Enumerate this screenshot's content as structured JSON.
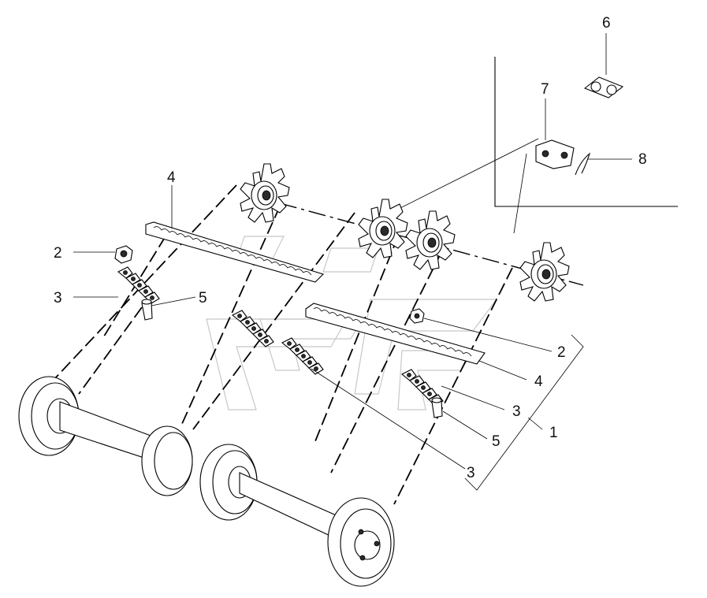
{
  "diagram": {
    "callouts": [
      {
        "id": "c6",
        "text": "6"
      },
      {
        "id": "c7",
        "text": "7"
      },
      {
        "id": "c8",
        "text": "8"
      },
      {
        "id": "c4a",
        "text": "4"
      },
      {
        "id": "c2a",
        "text": "2"
      },
      {
        "id": "c3a",
        "text": "3"
      },
      {
        "id": "c5a",
        "text": "5"
      },
      {
        "id": "c2b",
        "text": "2"
      },
      {
        "id": "c4b",
        "text": "4"
      },
      {
        "id": "c3b",
        "text": "3"
      },
      {
        "id": "c1",
        "text": "1"
      },
      {
        "id": "c5b",
        "text": "5"
      },
      {
        "id": "c3c",
        "text": "3"
      }
    ]
  }
}
